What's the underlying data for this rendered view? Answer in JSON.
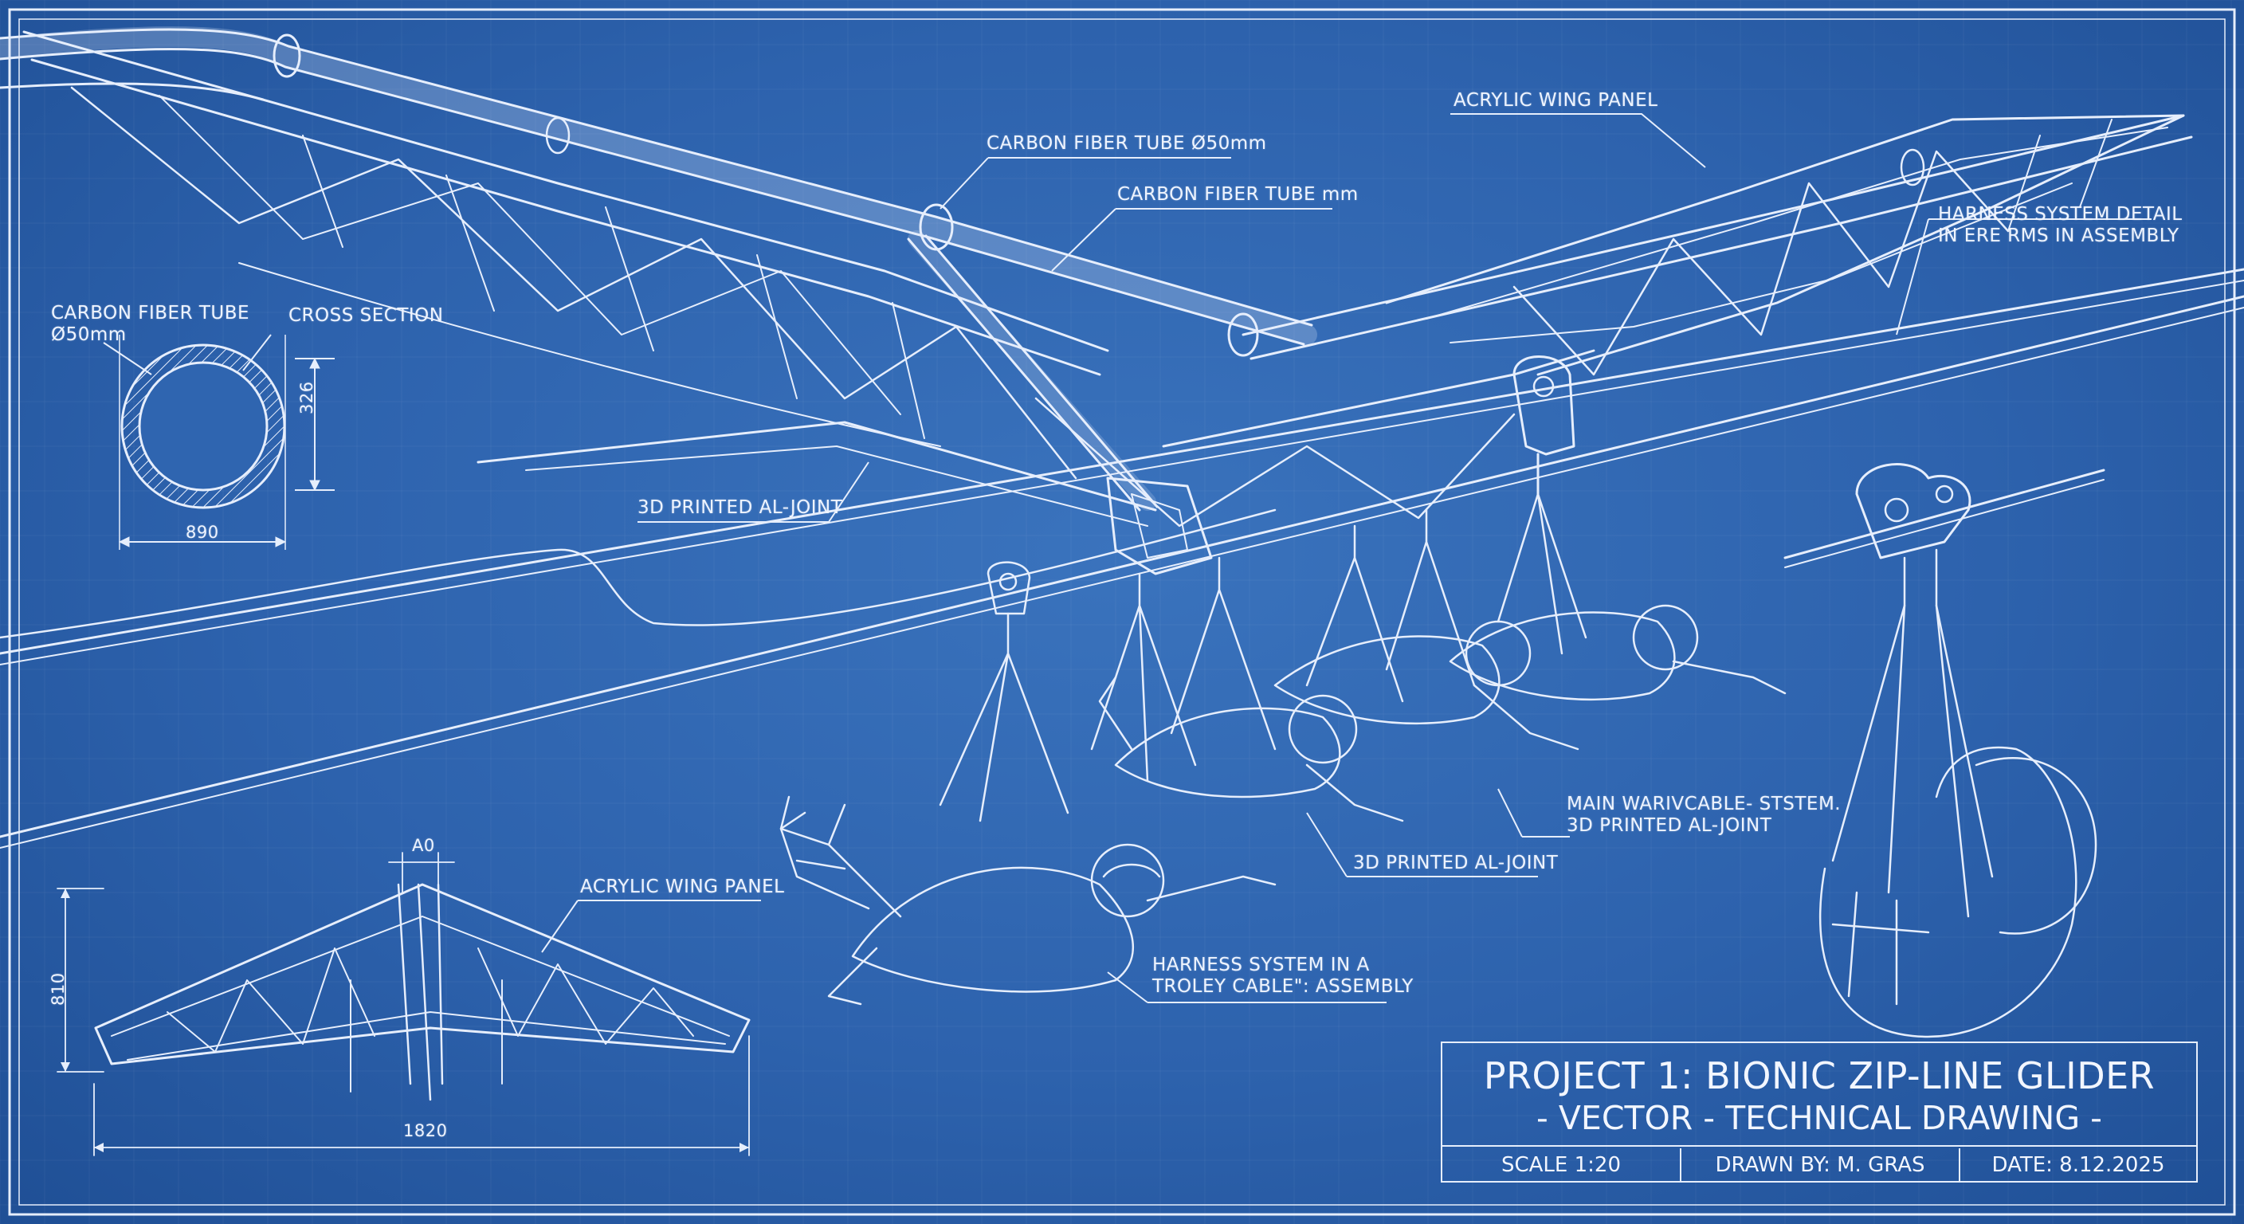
{
  "labels": {
    "carbon_tube_50": "CARBON FIBER TUBE Ø50mm",
    "carbon_tube_mm": "CARBON FIBER TUBE  mm",
    "acrylic_panel_top": "ACRYLIC WING PANEL",
    "harness_detail_1": "HARNESS SYSTEM DETAIL",
    "harness_detail_2": "IN ERE RMS IN ASSEMBLY",
    "cs_tube_1": "CARBON FIBER TUBE",
    "cs_tube_2": "Ø50mm",
    "cross_section": "CROSS SECTION",
    "joint_left": "3D PRINTED AL-JOINT",
    "main_cable_1": "MAIN WARIVCABLE- STSTEM.",
    "main_cable_2": "3D PRINTED AL-JOINT",
    "joint_mid": "3D PRINTED AL-JOINT",
    "acrylic_panel_bottom": "ACRYLIC WING PANEL",
    "harness_trolley_1": "HARNESS SYSTEM IN A",
    "harness_trolley_2": "TROLEY CABLE\": ASSEMBLY"
  },
  "dimensions": {
    "cs_height": "326",
    "cs_width": "890",
    "wing_gap": "A0",
    "wing_height": "810",
    "wing_span": "1820"
  },
  "title_block": {
    "title": "PROJECT 1: BIONIC ZIP-LINE GLIDER",
    "subtitle": "- VECTOR - TECHNICAL DRAWING -",
    "scale": "SCALE 1:20",
    "drawn_by": "DRAWN BY: M. GRAS",
    "date": "DATE: 8.12.2025"
  },
  "colors": {
    "background": "#2d62ad",
    "line": "#e6eefc"
  }
}
